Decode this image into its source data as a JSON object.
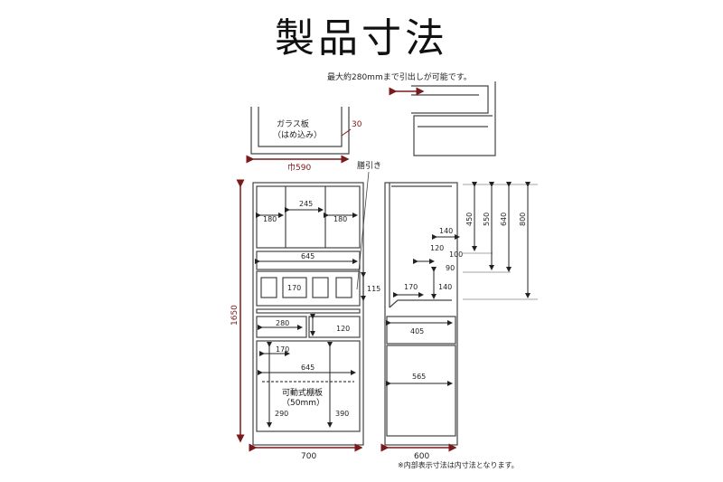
{
  "title": "製品寸法",
  "drawer_note": "最大約280mmまで引出しが可能です。",
  "glass_label_1": "ガラス板",
  "glass_label_2": "（はめ込み）",
  "glass_depth": "30",
  "glass_width": "巾590",
  "groove_label": "膳引き",
  "front": {
    "upper_left": "180",
    "upper_center": "245",
    "upper_right": "180",
    "mid_width": "645",
    "drawer_small": "170",
    "drawer_side": "115",
    "lower_drawer_left": "280",
    "lower_drawer_right": "120",
    "cabinet_top": "170",
    "cabinet_width": "645",
    "shelf_label_1": "可動式棚板",
    "shelf_label_2": "（50mm）",
    "cabinet_left": "290",
    "cabinet_right": "390",
    "height": "1650",
    "width": "700"
  },
  "side": {
    "h450": "450",
    "h550": "550",
    "h640": "640",
    "h800": "800",
    "d140a": "140",
    "d120": "120",
    "d100": "100",
    "d90": "90",
    "d170": "170",
    "d140b": "140",
    "d405": "405",
    "d565": "565",
    "depth": "600"
  },
  "footnote": "※内部表示寸法は内寸法となります。"
}
